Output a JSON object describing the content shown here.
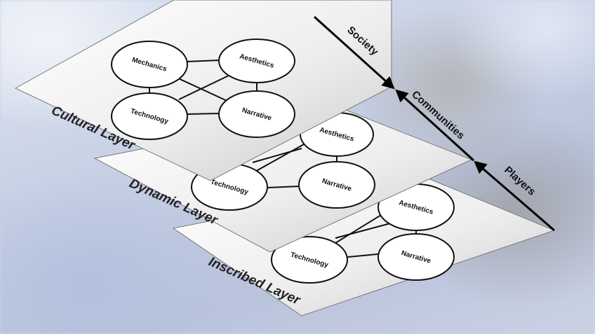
{
  "layers": [
    {
      "label": "Inscribed Layer",
      "nodes": [
        {
          "label": "Aesthetics"
        },
        {
          "label": "Technology"
        },
        {
          "label": "Narrative"
        }
      ]
    },
    {
      "label": "Dynamic Layer",
      "nodes": [
        {
          "label": "Aesthetics"
        },
        {
          "label": "Technology"
        },
        {
          "label": "Narrative"
        }
      ]
    },
    {
      "label": "Cultural Layer",
      "nodes": [
        {
          "label": "Mechanics"
        },
        {
          "label": "Aesthetics"
        },
        {
          "label": "Technology"
        },
        {
          "label": "Narrative"
        }
      ]
    }
  ],
  "axis": {
    "labels": [
      "Society",
      "Communities",
      "Players"
    ]
  }
}
